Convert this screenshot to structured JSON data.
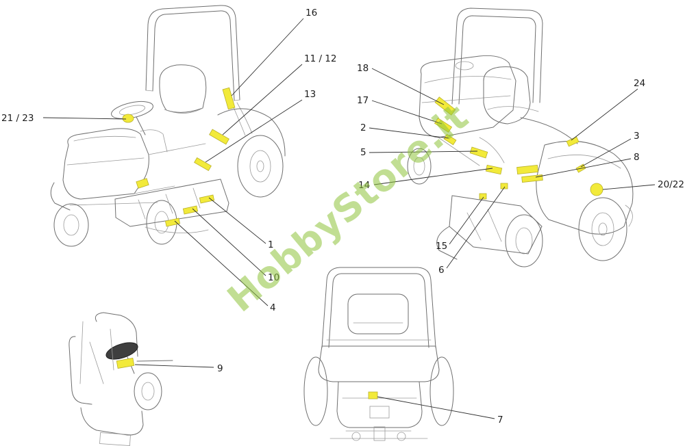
{
  "watermark": "HobbyStore.it",
  "colors": {
    "decal_highlight": "#f2ea3a",
    "decal_border": "#b9b12a",
    "sketch_line": "#6e6e6e",
    "callout_line": "#2e2e2e",
    "callout_text": "#1c1c1c",
    "watermark_green": "#8fc43c"
  },
  "callouts": {
    "c1": "1",
    "c2": "2",
    "c3": "3",
    "c4": "4",
    "c5": "5",
    "c6": "6",
    "c7": "7",
    "c8": "8",
    "c9": "9",
    "c10": "10",
    "c11_12": "11 / 12",
    "c13": "13",
    "c14": "14",
    "c15": "15",
    "c16": "16",
    "c17": "17",
    "c18": "18",
    "c20_22": "20/22",
    "c21_23": "21 / 23",
    "c24": "24"
  }
}
